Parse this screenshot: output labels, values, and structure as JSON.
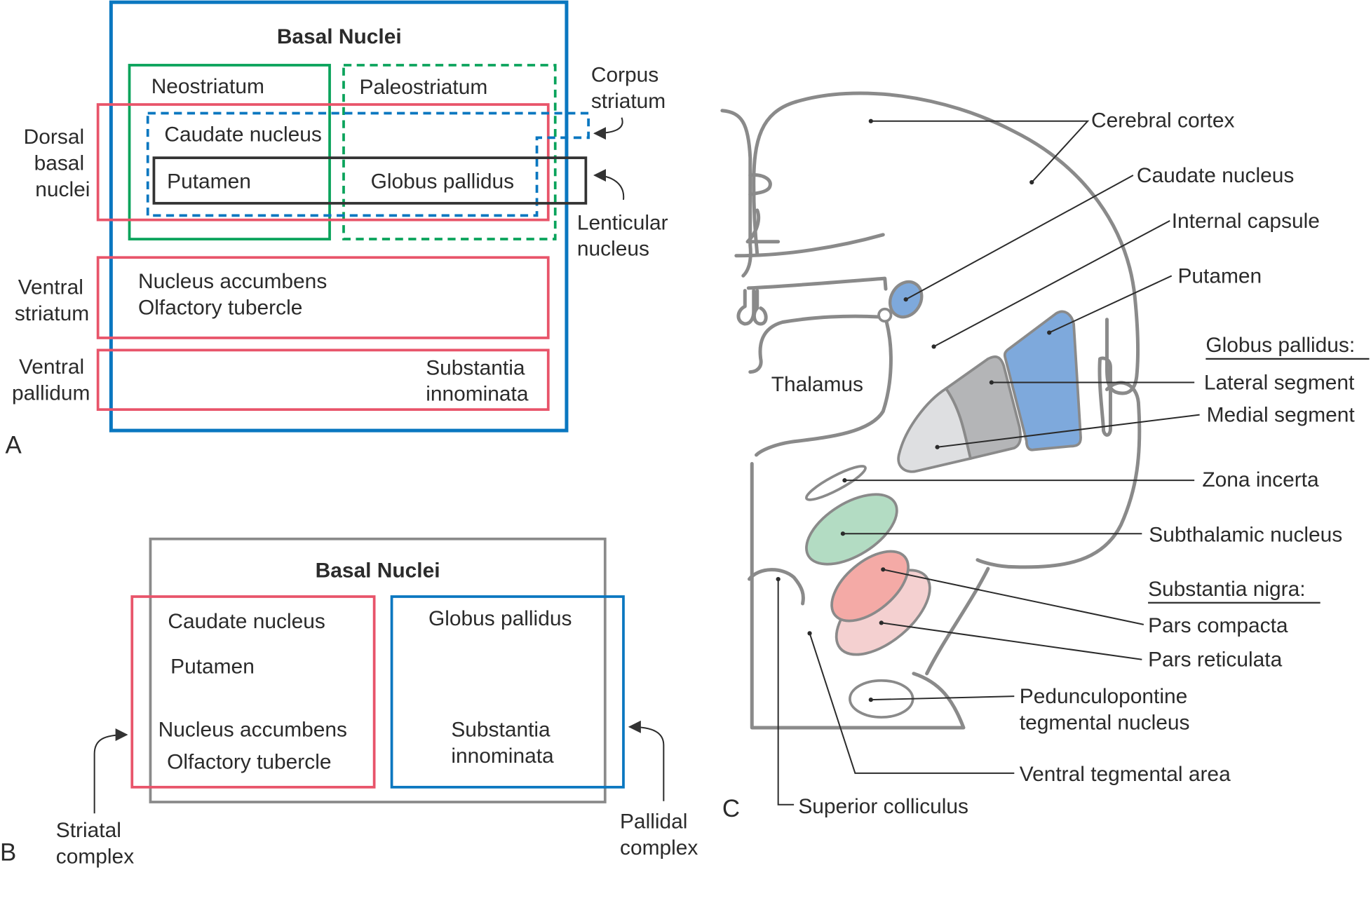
{
  "colors": {
    "blue": "#0a77c0",
    "green": "#0aa35b",
    "red": "#e8546a",
    "dark": "#333333",
    "gray": "#8a8a8a",
    "caudate_fill": "#7ea9dc",
    "putamen_fill": "#7ea9dc",
    "gp_lateral_fill": "#b4b5b7",
    "gp_medial_fill": "#dedfe1",
    "subthalamic_fill": "#b3dcc3",
    "pars_compacta_fill": "#f4aaa6",
    "pars_reticulata_fill": "#f4d0d0"
  },
  "panelA": {
    "letter": "A",
    "title": "Basal Nuclei",
    "neostriatum": "Neostriatum",
    "paleostriatum": "Paleostriatum",
    "caudate": "Caudate nucleus",
    "putamen": "Putamen",
    "globus_pallidus": "Globus pallidus",
    "corpus_striatum": [
      "Corpus",
      "striatum"
    ],
    "lenticular_nucleus": [
      "Lenticular",
      "nucleus"
    ],
    "dorsal_basal_nuclei": [
      "Dorsal",
      "basal",
      "nuclei"
    ],
    "ventral_striatum": [
      "Ventral",
      "striatum"
    ],
    "ventral_striatum_items": [
      "Nucleus accumbens",
      "Olfactory tubercle"
    ],
    "ventral_pallidum": [
      "Ventral",
      "pallidum"
    ],
    "ventral_pallidum_items": [
      "Substantia",
      "innominata"
    ]
  },
  "panelB": {
    "letter": "B",
    "title": "Basal Nuclei",
    "striatal_items": [
      "Caudate nucleus",
      "Putamen",
      "Nucleus accumbens",
      "Olfactory tubercle"
    ],
    "pallidal_items": [
      "Globus pallidus",
      "Substantia",
      "innominata"
    ],
    "striatal_complex": [
      "Striatal",
      "complex"
    ],
    "pallidal_complex": [
      "Pallidal",
      "complex"
    ]
  },
  "panelC": {
    "letter": "C",
    "thalamus": "Thalamus",
    "labels": {
      "cerebral_cortex": "Cerebral cortex",
      "caudate_nucleus": "Caudate nucleus",
      "internal_capsule": "Internal capsule",
      "putamen": "Putamen",
      "globus_pallidus_heading": "Globus pallidus:",
      "lateral_segment": "Lateral segment",
      "medial_segment": "Medial segment",
      "zona_incerta": "Zona incerta",
      "subthalamic_nucleus": "Subthalamic nucleus",
      "substantia_nigra_heading": "Substantia nigra:",
      "pars_compacta": "Pars compacta",
      "pars_reticulata": "Pars reticulata",
      "pedunculopontine": [
        "Pedunculopontine",
        "tegmental nucleus"
      ],
      "ventral_tegmental_area": "Ventral tegmental area",
      "superior_colliculus": "Superior colliculus"
    }
  }
}
